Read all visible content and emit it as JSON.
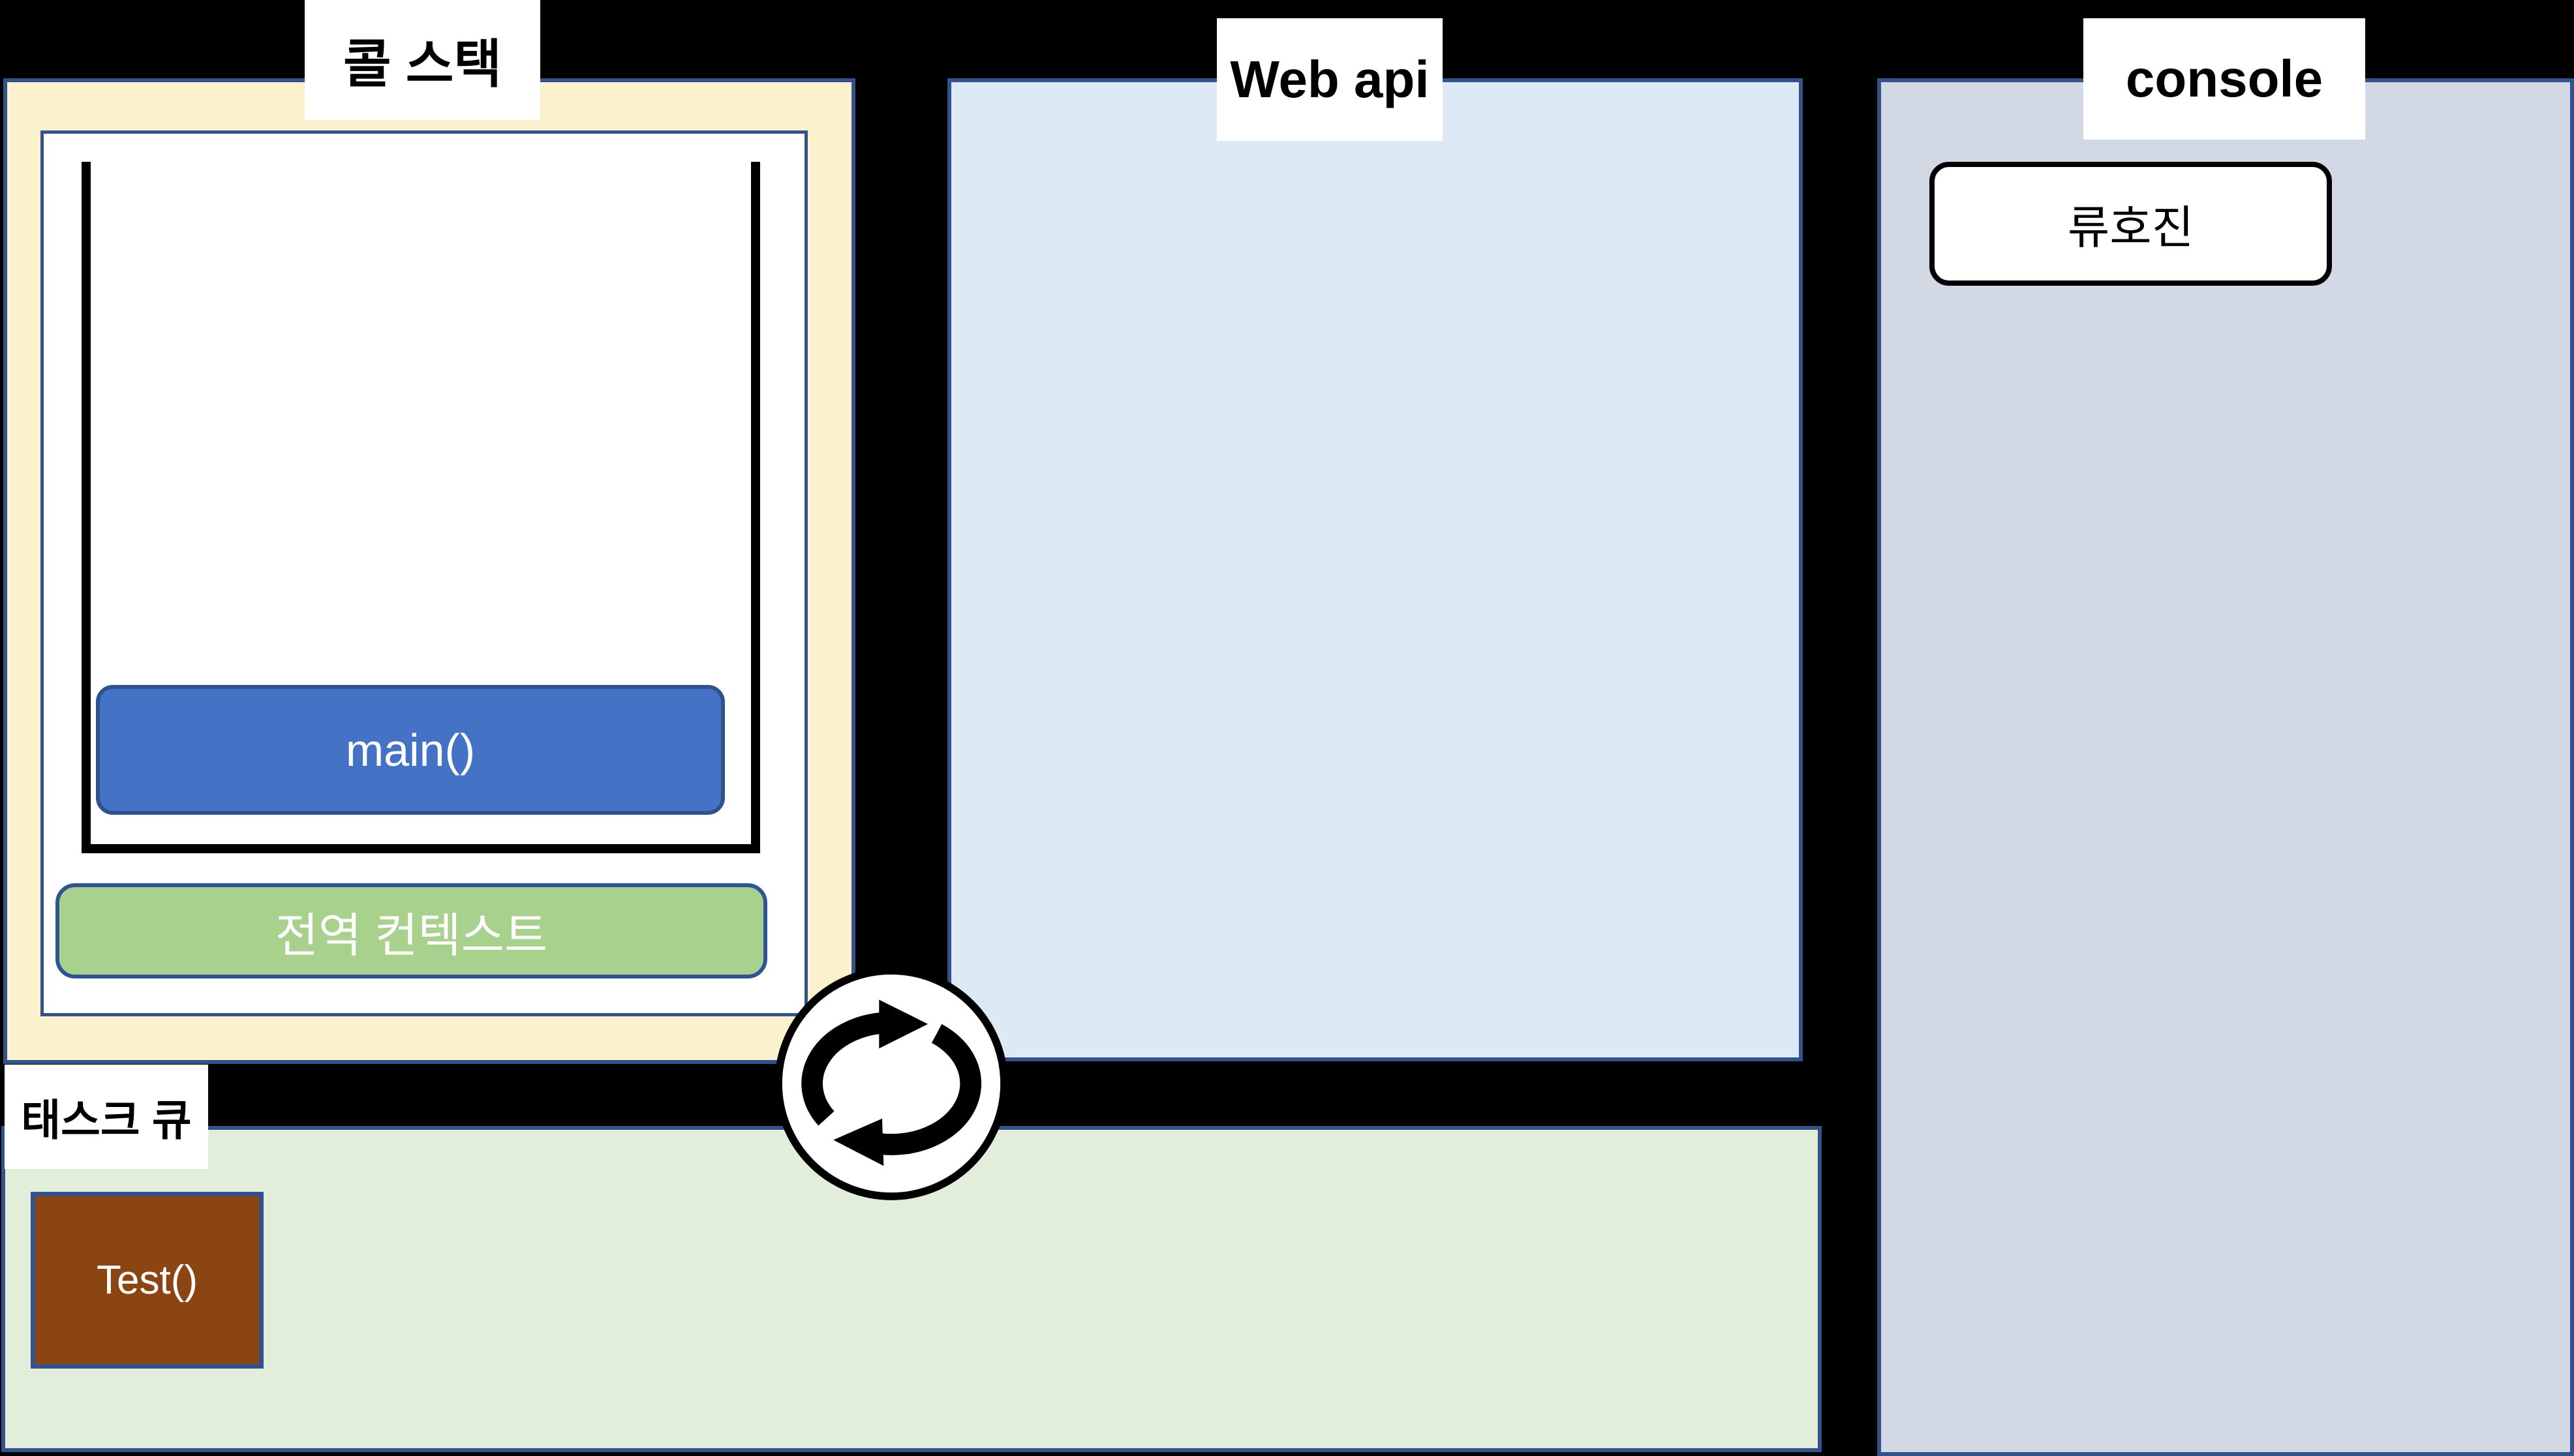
{
  "diagram": "javascript-event-loop",
  "colors": {
    "background": "#000000",
    "panel_border": "#33528C",
    "call_stack_fill": "#FCF1CE",
    "web_api_fill": "#DEE9F6",
    "console_fill": "#D3D9E4",
    "task_queue_fill": "#E2EEDA",
    "main_frame_fill": "#4472C4",
    "main_frame_border": "#2F528F",
    "global_context_fill": "#A9D18E",
    "global_context_border": "#2F5496",
    "test_fill": "#8B4512",
    "stack_outline": "#000000"
  },
  "panels": {
    "call_stack": {
      "label": "콜 스택",
      "frames": [
        {
          "label": "main()"
        }
      ],
      "context_label": "전역 컨텍스트"
    },
    "web_api": {
      "label": "Web api"
    },
    "console": {
      "label": "console",
      "entries": [
        "류호진"
      ]
    },
    "task_queue": {
      "label": "태스크 큐",
      "items": [
        {
          "label": "Test()"
        }
      ]
    }
  },
  "icons": {
    "event_loop": "cycle-arrows-icon"
  }
}
